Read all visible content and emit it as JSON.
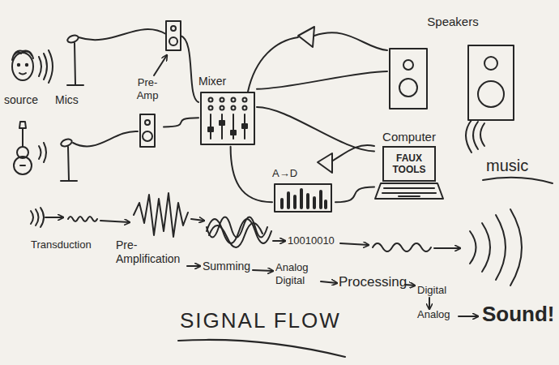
{
  "diagram": {
    "title": "SIGNAL FLOW",
    "nodes": [
      {
        "text": [
          "Pre- Amp"
        ]
      },
      {
        "text": [
          "Mixer"
        ]
      },
      {
        "text": [
          "A→D"
        ]
      },
      {
        "text": [
          "Computer",
          "FAUX TOOLS"
        ]
      },
      {
        "text": [
          "Speakers"
        ]
      }
    ],
    "edges": [
      {
        "from": 0,
        "to": 1,
        "arrow": "none"
      },
      {
        "from": 1,
        "to": 2,
        "arrow": "none"
      },
      {
        "from": 2,
        "to": 3,
        "arrow": "none"
      },
      {
        "from": 3,
        "to": 1,
        "arrow": "none"
      },
      {
        "from": 1,
        "to": 4,
        "arrow": "none"
      }
    ],
    "labels": [
      "source",
      "Mics",
      "10010010",
      "music",
      "Transduction",
      "Pre- Amplification",
      "Summing",
      "Analog Digital",
      "Processing",
      "Digital Analog",
      "Sound!"
    ]
  }
}
